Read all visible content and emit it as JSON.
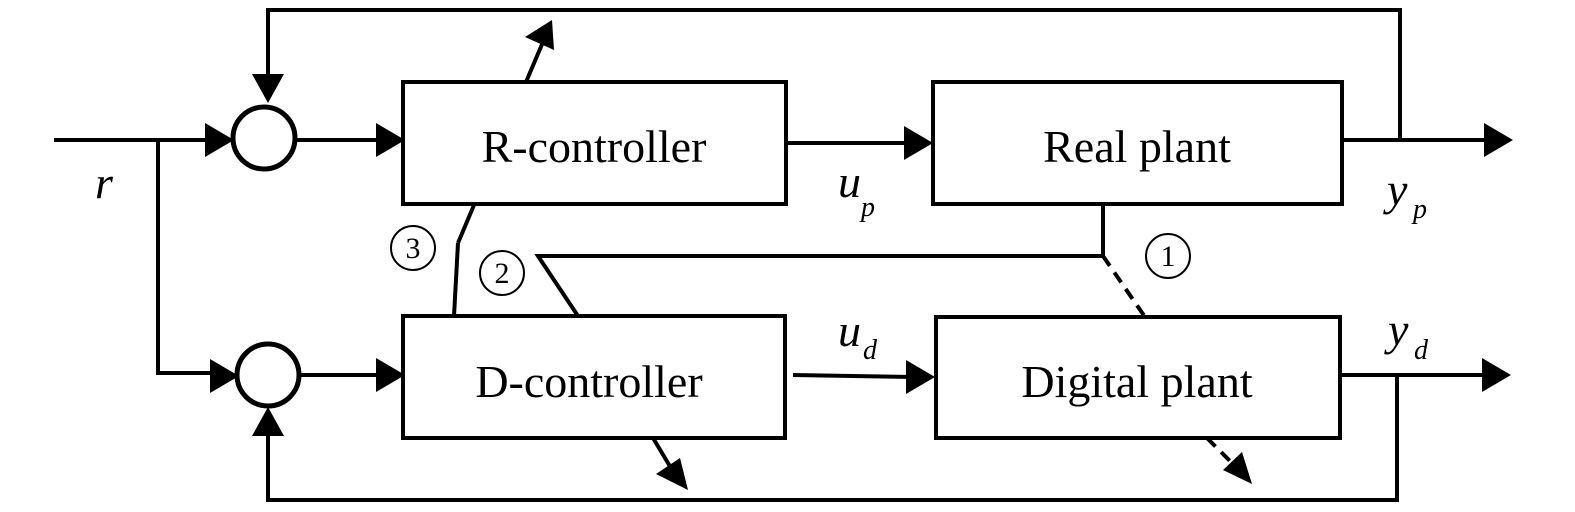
{
  "blocks": {
    "r_controller": "R-controller",
    "real_plant": "Real plant",
    "d_controller": "D-controller",
    "digital_plant": "Digital plant"
  },
  "signals": {
    "reference": "r",
    "u_p": {
      "base": "u",
      "sub": "p"
    },
    "y_p": {
      "base": "y",
      "sub": "p"
    },
    "u_d": {
      "base": "u",
      "sub": "d"
    },
    "y_d": {
      "base": "y",
      "sub": "d"
    }
  },
  "modes": [
    "1",
    "2",
    "3"
  ]
}
